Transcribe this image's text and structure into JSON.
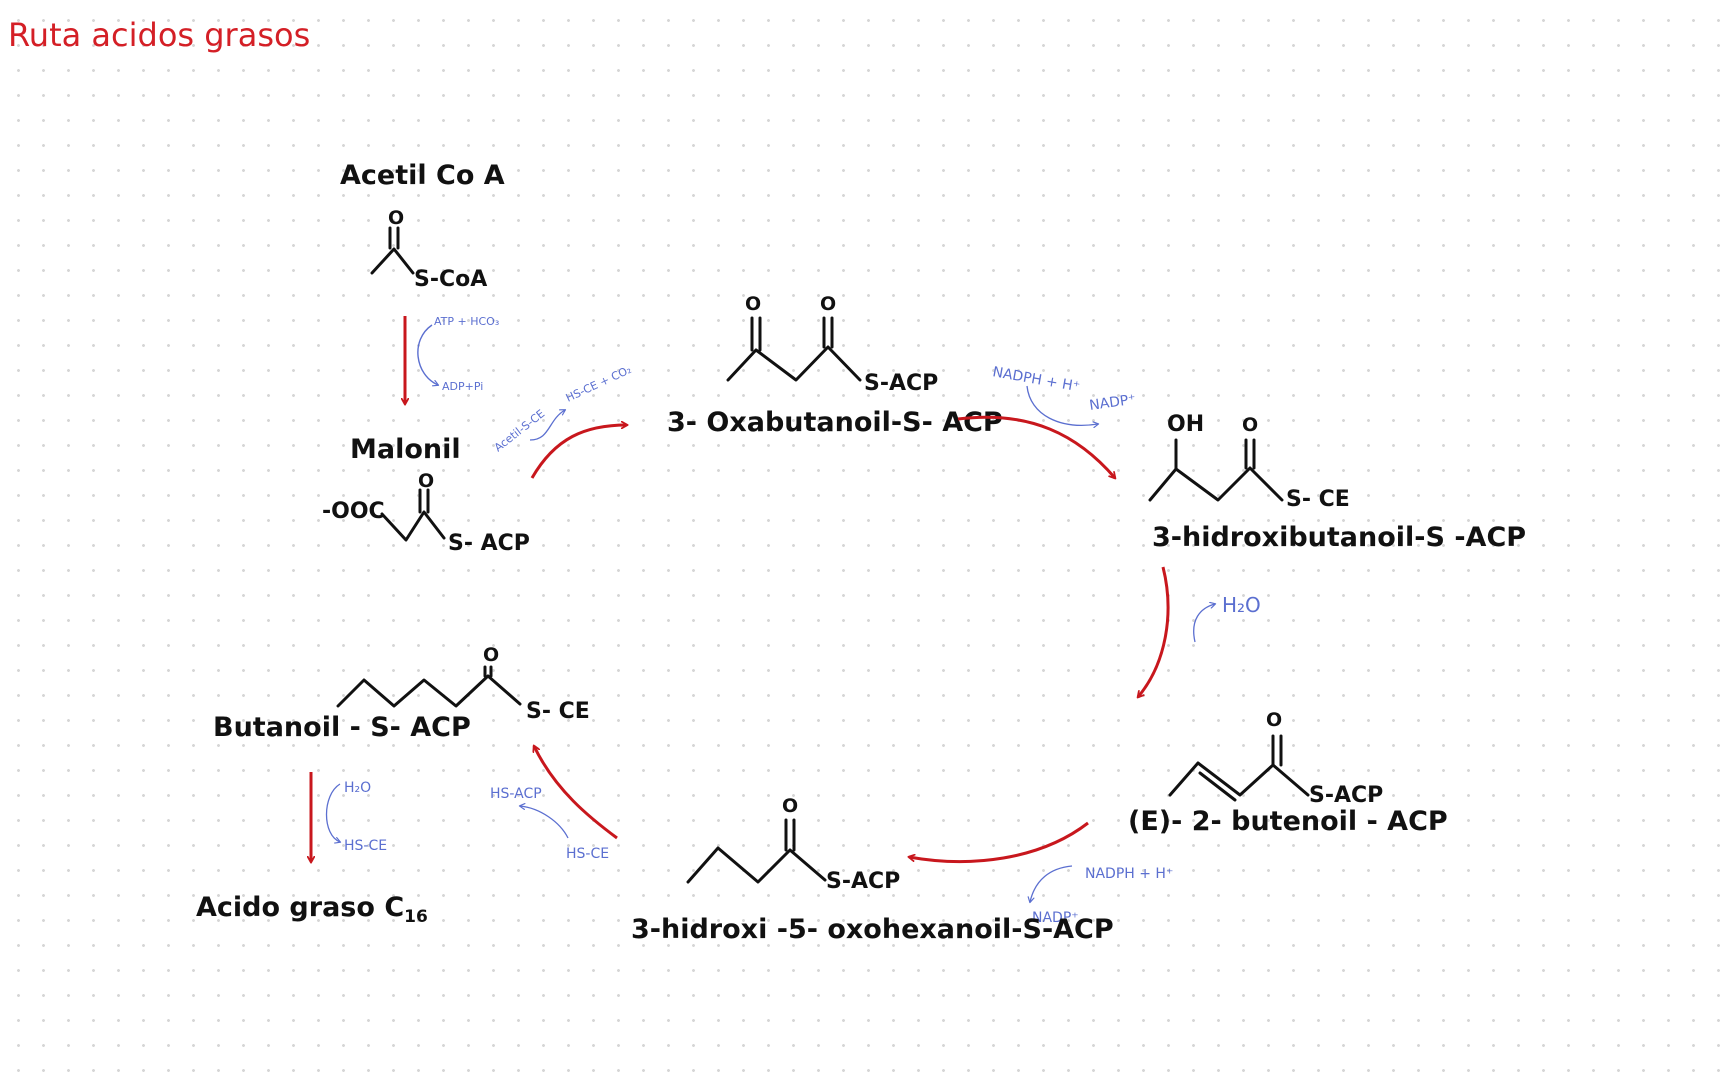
{
  "page": {
    "title": "Ruta acidos grasos"
  },
  "colors": {
    "title": "#d41f26",
    "arrow": "#c8171d",
    "ink": "#111111",
    "cofactor": "#5b6fd0"
  },
  "molecules": {
    "acetyl_coa": {
      "name": "Acetil Co A",
      "carbonyl_o": "O",
      "group": "S-CoA"
    },
    "malonyl": {
      "name": "Malonil",
      "carboxylate": "-OOC",
      "carbonyl_o": "O",
      "group": "S- ACP"
    },
    "oxobutanoyl": {
      "name": "3- Oxabutanoil-S- ACP",
      "carbonyl_o_1": "O",
      "carbonyl_o_2": "O",
      "group": "S-ACP"
    },
    "hydroxybutanoyl": {
      "name": "3-hidroxibutanoil-S -ACP",
      "hydroxyl": "OH",
      "carbonyl_o": "O",
      "group": "S- CE"
    },
    "butenoyl": {
      "name": "(E)- 2- butenoil - ACP",
      "carbonyl_o": "O",
      "group": "S-ACP"
    },
    "oxohexanoyl": {
      "name": "3-hidroxi -5- oxohexanoil-S-ACP",
      "carbonyl_o": "O",
      "group": "S-ACP"
    },
    "butanoyl": {
      "name": "Butanoil - S- ACP",
      "carbonyl_o": "O",
      "group": "S- CE"
    },
    "fatty_acid": {
      "name": "Acido graso C",
      "subscript": "16"
    }
  },
  "cofactors": {
    "step1_in": "ATP + HCO₃",
    "step1_out": "ADP+Pi",
    "step2_in": "Acetil-S-CE",
    "step2_out": "HS-CE + CO₂",
    "step3_in": "NADPH + H⁺",
    "step3_out": "NADP⁺",
    "step4_out": "H₂O",
    "step5_in": "NADPH + H⁺",
    "step5_out": "NADP⁺",
    "step6_in": "HS-CE",
    "step6_out": "HS-ACP",
    "final_in": "H₂O",
    "final_out": "HS-CE"
  }
}
